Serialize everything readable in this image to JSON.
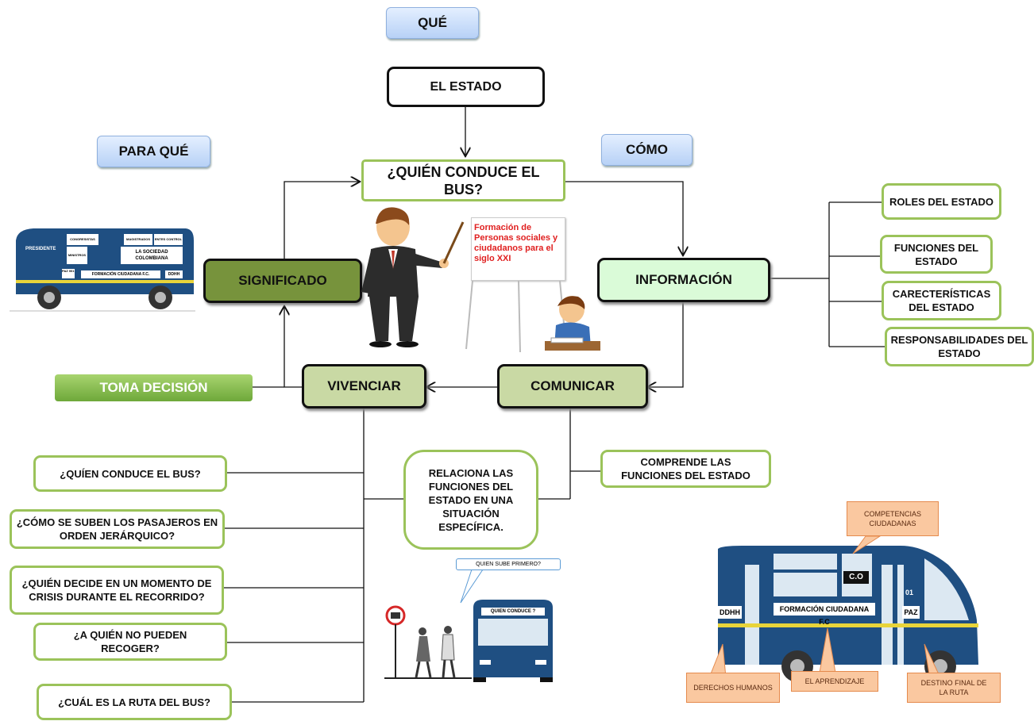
{
  "labels": {
    "que": "QUÉ",
    "para_que": "PARA QUÉ",
    "como": "CÓMO",
    "el_estado": "EL ESTADO",
    "quien_conduce": "¿QUIÉN CONDUCE EL BUS?",
    "significado": "SIGNIFICADO",
    "informacion": "INFORMACIÓN",
    "comunicar": "COMUNICAR",
    "vivenciar": "VIVENCIAR",
    "toma_decision": "TOMA DECISIÓN",
    "board_text": "Formación de Personas sociales y ciudadanos para el siglo XXI"
  },
  "info_items": [
    "ROLES DEL ESTADO",
    "FUNCIONES  DEL ESTADO",
    "CARECTERÍSTICAS DEL ESTADO",
    "RESPONSABILIDADES DEL ESTADO"
  ],
  "questions": [
    "¿QUÍEN CONDUCE EL BUS?",
    "¿CÓMO SE SUBEN LOS PASAJEROS EN ORDEN JERÁRQUICO?",
    "¿QUIÉN DECIDE  EN UN MOMENTO DE CRISIS  DURANTE EL RECORRIDO?",
    "¿A QUIÉN NO PUEDEN RECOGER?",
    "¿CUÁL ES LA RUTA DEL BUS?"
  ],
  "comunicar_items": {
    "relaciona": "RELACIONA LAS FUNCIONES DEL ESTADO EN UNA SITUACIÓN ESPECÍFICA.",
    "comprende": "COMPRENDE LAS FUNCIONES DEL ESTADO"
  },
  "left_bus": {
    "presidente": "PRESIDENTE",
    "congresistas": "CONGRESISTAS",
    "magistrados": "MAGISTRADOS",
    "entes_control": "ENTES CONTROL",
    "ministros": "MINISTROS",
    "sociedad": "LA SOCIEDAD COLOMBIANA",
    "paz": "PAZ 001",
    "formacion": "FORMACIÓN CIUDADANA  F.C.",
    "ddhh": "DDHH"
  },
  "small_bus": {
    "speech": "QUIEN SUBE PRIMERO?",
    "sign": "QUIEN CONDUCE ?"
  },
  "right_bus": {
    "co": "C.O",
    "ddhh": "DDHH",
    "formacion": "FORMACIÓN CIUDADANA F.C",
    "paz": "PAZ",
    "num": "01",
    "callout_competencias": "COMPETENCIAS CIUDADANAS",
    "callout_derechos": "DERECHOS HUMANOS",
    "callout_aprendizaje": "EL APRENDIZAJE",
    "callout_destino": "DESTINO FINAL DE LA RUTA"
  },
  "colors": {
    "accent_green": "#9bc35a",
    "significado_fill": "#77933c",
    "informacion_fill": "#d9fdd9",
    "node_fill": "#c8d9a6",
    "toma_green": "#8bc34a",
    "tab_blue": "#c6dbf7",
    "bus_blue": "#1f4f82"
  }
}
